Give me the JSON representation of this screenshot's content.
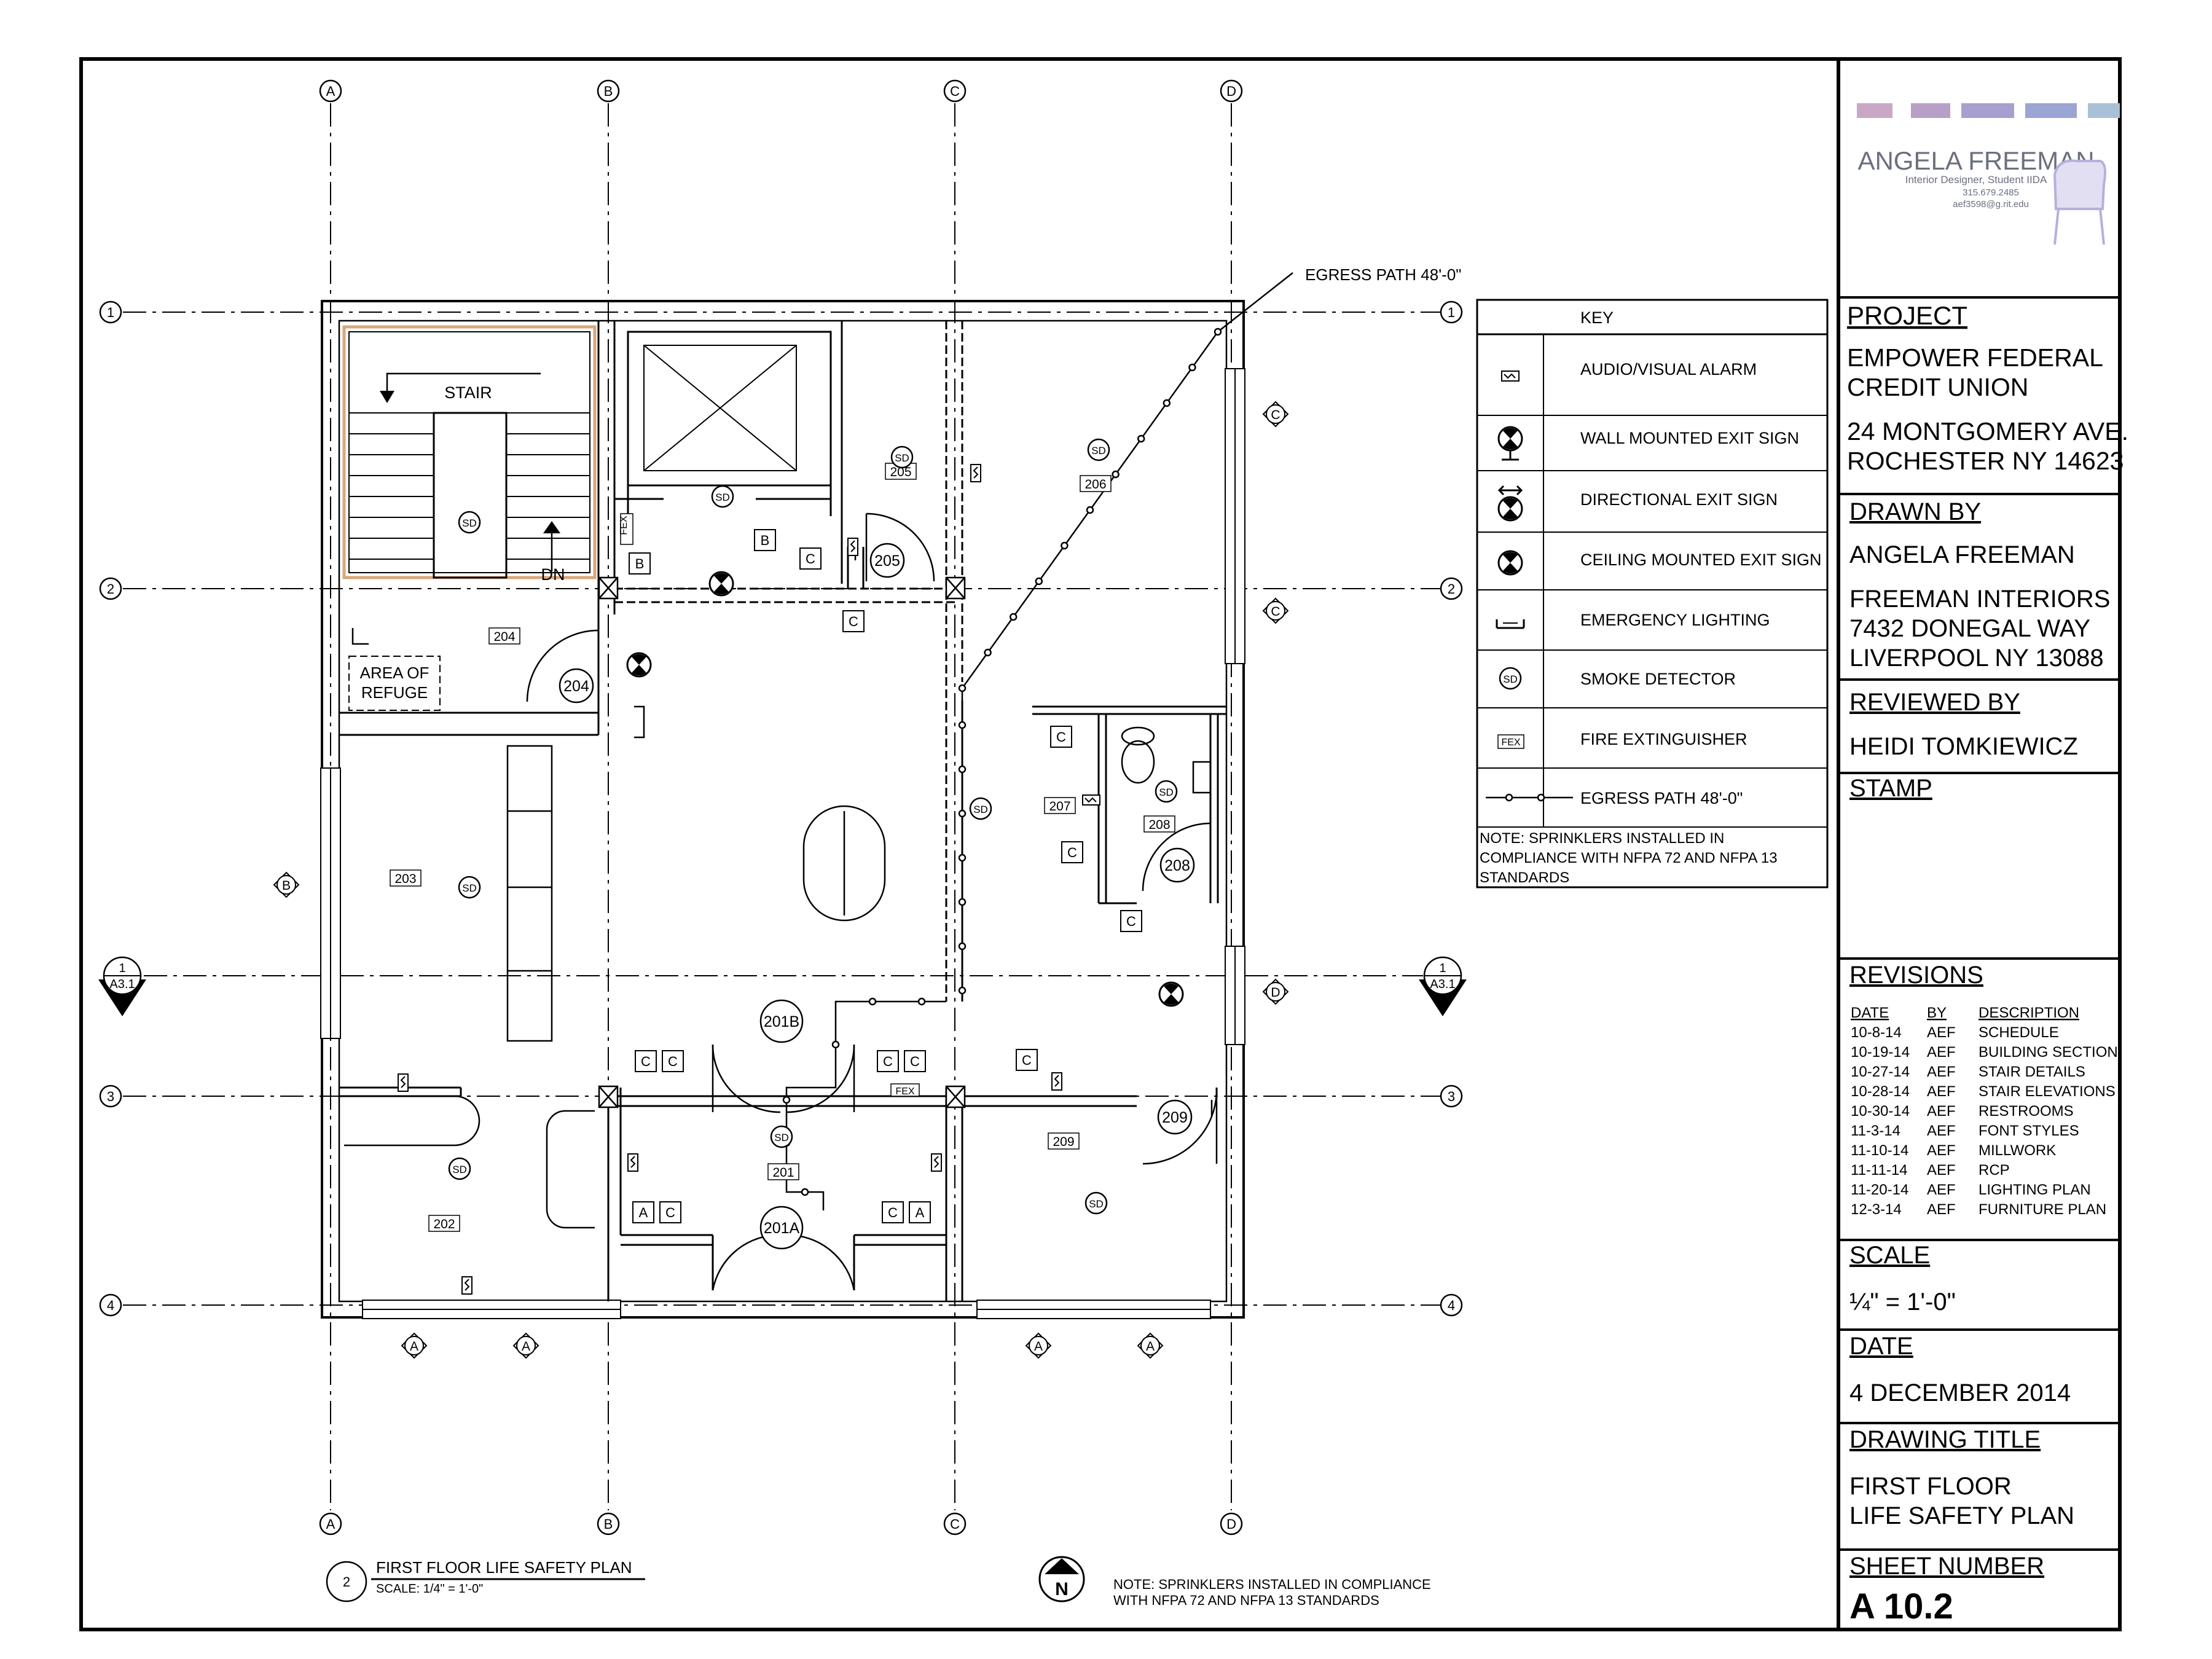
{
  "colors": {
    "ink": "#000000",
    "stair_highlight": "#d9a77a",
    "brand_bar": [
      "#c9a8c7",
      "#b89fc8",
      "#a6a0d0",
      "#9aa5d4",
      "#a9c1d6"
    ],
    "brand_text": "#6b6f80"
  },
  "grid": {
    "columns": [
      "A",
      "B",
      "C",
      "D"
    ],
    "rows": [
      "1",
      "2",
      "3",
      "4"
    ]
  },
  "plan": {
    "rooms": [
      "201",
      "202",
      "203",
      "204",
      "205",
      "206",
      "207",
      "208",
      "209"
    ],
    "doors": [
      "201A",
      "201B",
      "204",
      "205",
      "208",
      "209"
    ],
    "stair_label": "STAIR",
    "stair_down": "DN",
    "refuge_line1": "AREA OF",
    "refuge_line2": "REFUGE",
    "egress_callout": "EGRESS PATH 48'-0\"",
    "window_tag_a": "A",
    "window_tag_b": "B",
    "window_tag_c": "C",
    "window_tag_d": "D",
    "fex": "FEX",
    "sd": "SD",
    "equipment_c": "C",
    "equipment_b": "B",
    "equipment_a": "A",
    "section_num": "1",
    "section_sheet": "A3.1",
    "north": "N"
  },
  "drawing_title": {
    "number": "2",
    "name": "FIRST FLOOR LIFE SAFETY PLAN",
    "scale": "SCALE: 1/4\" = 1'-0\"",
    "note_line1": "NOTE:  SPRINKLERS INSTALLED IN COMPLIANCE",
    "note_line2": "WITH NFPA 72 AND NFPA 13 STANDARDS"
  },
  "key": {
    "title": "KEY",
    "items": [
      {
        "icon": "audio-visual-alarm",
        "label": "AUDIO/VISUAL ALARM"
      },
      {
        "icon": "wall-mounted-exit-sign",
        "label": "WALL MOUNTED EXIT SIGN"
      },
      {
        "icon": "directional-exit-sign",
        "label": "DIRECTIONAL EXIT SIGN"
      },
      {
        "icon": "ceiling-mounted-exit-sign",
        "label": "CEILING MOUNTED EXIT SIGN"
      },
      {
        "icon": "emergency-lighting",
        "label": "EMERGENCY LIGHTING"
      },
      {
        "icon": "smoke-detector",
        "label": "SMOKE DETECTOR"
      },
      {
        "icon": "fire-extinguisher",
        "label": "FIRE EXTINGUISHER"
      },
      {
        "icon": "egress-path",
        "label": "EGRESS PATH 48'-0\""
      }
    ],
    "note_line1": "NOTE: SPRINKLERS INSTALLED IN",
    "note_line2": "COMPLIANCE WITH NFPA 72 AND NFPA 13",
    "note_line3": "STANDARDS"
  },
  "brand": {
    "name": "ANGELA FREEMAN",
    "role": "Interior Designer, Student IIDA",
    "phone": "315.679.2485",
    "email": "aef3598@g.rit.edu"
  },
  "title_block": {
    "project_label": "PROJECT",
    "project_line1": "EMPOWER FEDERAL",
    "project_line2": "CREDIT UNION",
    "address_line1": "24 MONTGOMERY AVE.",
    "address_line2": "ROCHESTER NY 14623",
    "drawn_by_label": "DRAWN BY",
    "drawn_by": "ANGELA FREEMAN",
    "firm_line1": "FREEMAN INTERIORS",
    "firm_line2": "7432 DONEGAL WAY",
    "firm_line3": "LIVERPOOL NY 13088",
    "reviewed_by_label": "REVIEWED BY",
    "reviewed_by": "HEIDI TOMKIEWICZ",
    "stamp_label": "STAMP",
    "revisions_label": "REVISIONS",
    "rev_headers": {
      "date": "DATE",
      "by": "BY",
      "description": "DESCRIPTION"
    },
    "revisions": [
      {
        "date": "10-8-14",
        "by": "AEF",
        "description": "SCHEDULE"
      },
      {
        "date": "10-19-14",
        "by": "AEF",
        "description": "BUILDING SECTION"
      },
      {
        "date": "10-27-14",
        "by": "AEF",
        "description": "STAIR DETAILS"
      },
      {
        "date": "10-28-14",
        "by": "AEF",
        "description": "STAIR ELEVATIONS"
      },
      {
        "date": "10-30-14",
        "by": "AEF",
        "description": "RESTROOMS"
      },
      {
        "date": "11-3-14",
        "by": "AEF",
        "description": "FONT STYLES"
      },
      {
        "date": "11-10-14",
        "by": "AEF",
        "description": "MILLWORK"
      },
      {
        "date": "11-11-14",
        "by": "AEF",
        "description": "RCP"
      },
      {
        "date": "11-20-14",
        "by": "AEF",
        "description": "LIGHTING PLAN"
      },
      {
        "date": "12-3-14",
        "by": "AEF",
        "description": "FURNITURE PLAN"
      }
    ],
    "scale_label": "SCALE",
    "scale_value": "¼\" = 1'-0\"",
    "date_label": "DATE",
    "date_value": "4 DECEMBER 2014",
    "drawing_title_label": "DRAWING TITLE",
    "drawing_title_line1": "FIRST FLOOR",
    "drawing_title_line2": "LIFE SAFETY PLAN",
    "sheet_number_label": "SHEET NUMBER",
    "sheet_number": "A 10.2"
  }
}
